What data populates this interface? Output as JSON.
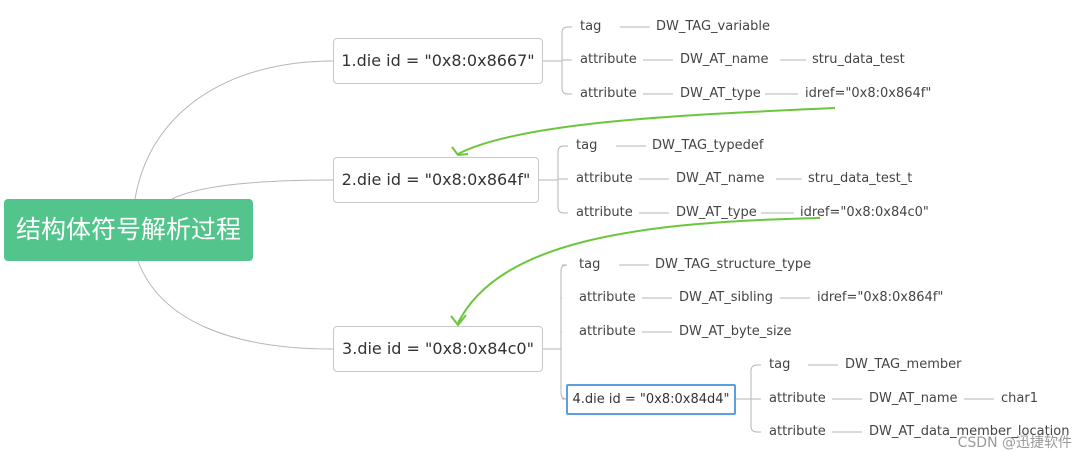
{
  "root": {
    "label": "结构体符号解析过程"
  },
  "nodes": [
    {
      "label": "1.die id = \"0x8:0x8667\"",
      "rows": [
        [
          "tag",
          "DW_TAG_variable"
        ],
        [
          "attribute",
          "DW_AT_name",
          "stru_data_test"
        ],
        [
          "attribute",
          "DW_AT_type",
          "idref=\"0x8:0x864f\""
        ]
      ]
    },
    {
      "label": "2.die id = \"0x8:0x864f\"",
      "rows": [
        [
          "tag",
          "DW_TAG_typedef"
        ],
        [
          "attribute",
          "DW_AT_name",
          "stru_data_test_t"
        ],
        [
          "attribute",
          "DW_AT_type",
          "idref=\"0x8:0x84c0\""
        ]
      ]
    },
    {
      "label": "3.die id = \"0x8:0x84c0\"",
      "rows": [
        [
          "tag",
          "DW_TAG_structure_type"
        ],
        [
          "attribute",
          "DW_AT_sibling",
          "idref=\"0x8:0x864f\""
        ],
        [
          "attribute",
          "DW_AT_byte_size"
        ]
      ]
    },
    {
      "label": "4.die id = \"0x8:0x84d4\"",
      "rows": [
        [
          "tag",
          "DW_TAG_member"
        ],
        [
          "attribute",
          "DW_AT_name",
          "char1"
        ],
        [
          "attribute",
          "DW_AT_data_member_location"
        ]
      ]
    }
  ],
  "watermark": "CSDN @迅捷软件",
  "colors": {
    "root_fill": "#52c48c",
    "arrow": "#6cc63c",
    "selected_border": "#5a9fe0",
    "line": "#b5b5b5"
  }
}
